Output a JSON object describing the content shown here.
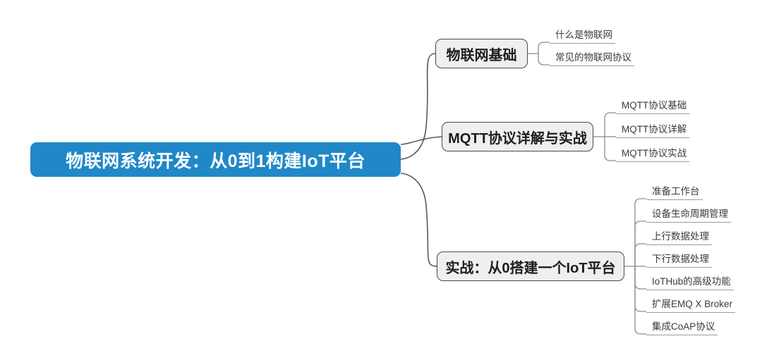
{
  "mindmap": {
    "title": "物联网系统开发：从0到1构建IoT平台",
    "colors": {
      "root_fill": "#2088c8",
      "root_text": "#ffffff",
      "branch_fill": "#efefef",
      "branch_border": "#4a4a4a",
      "branch_text": "#1d1d1d",
      "leaf_text": "#3a3a3a",
      "connector": "#5a5a5a",
      "leaf_rule": "#9a9a9a",
      "background": "#ffffff"
    },
    "root": {
      "label": "物联网系统开发：从0到1构建IoT平台"
    },
    "branches": [
      {
        "label": "物联网基础",
        "leaves": [
          {
            "label": "什么是物联网"
          },
          {
            "label": "常见的物联网协议"
          }
        ]
      },
      {
        "label": "MQTT协议详解与实战",
        "leaves": [
          {
            "label": "MQTT协议基础"
          },
          {
            "label": "MQTT协议详解"
          },
          {
            "label": "MQTT协议实战"
          }
        ]
      },
      {
        "label": "实战：从0搭建一个IoT平台",
        "leaves": [
          {
            "label": "准备工作台"
          },
          {
            "label": "设备生命周期管理"
          },
          {
            "label": "上行数据处理"
          },
          {
            "label": "下行数据处理"
          },
          {
            "label": "IoTHub的高级功能"
          },
          {
            "label": "扩展EMQ X Broker"
          },
          {
            "label": "集成CoAP协议"
          }
        ]
      }
    ]
  }
}
